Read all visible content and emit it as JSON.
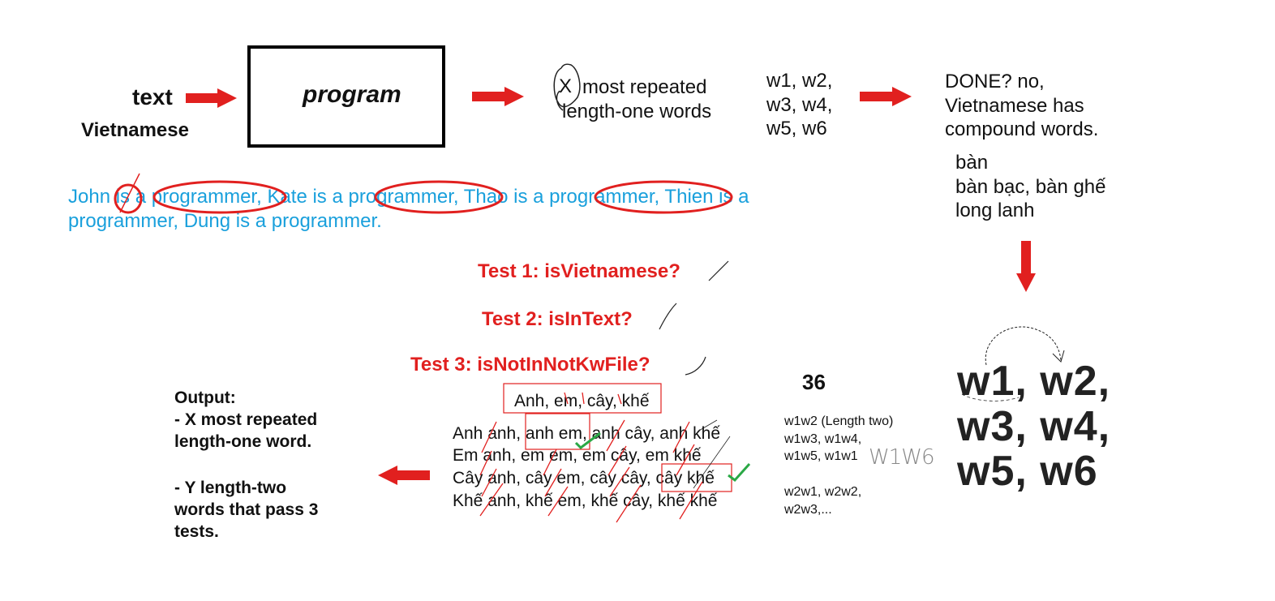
{
  "input": {
    "main": "text",
    "sub": "Vietnamese"
  },
  "program_label": "program",
  "result_top": {
    "x": "X",
    "line1": "most repeated",
    "line2": "length-one words"
  },
  "words_small": [
    "w1, w2,",
    "w3, w4,",
    "w5, w6"
  ],
  "done": [
    "DONE? no,",
    "Vietnamese has",
    "compound words."
  ],
  "examples": [
    "bàn",
    "bàn bạc, bàn ghế",
    "long lanh"
  ],
  "example_sentence": [
    "John is a programmer, Kate is a programmer, Thao is a programmer, Thien is a",
    "programmer, Dung is a programmer."
  ],
  "tests": [
    "Test 1: isVietnamese?",
    "Test 2: isInText?",
    "Test 3: isNotInNotKwFile?"
  ],
  "combo_header": "Anh, em, cây, khế",
  "combo_rows": [
    "Anh anh, anh em, anh cây, anh khế",
    "Em anh, em em, em cây, em khế",
    "Cây anh, cây em, cây cây, cây khế",
    "Khế anh, khế em, khế cây, khế khế"
  ],
  "count": "36",
  "pairs": [
    "w1w2 (Length two)",
    "w1w3, w1w4,",
    "w1w5, w1w1",
    "",
    "w2w1, w2w2,",
    "w2w3,..."
  ],
  "handwritten": "W1W6",
  "words_big": [
    "w1, w2,",
    "w3, w4,",
    "w5, w6"
  ],
  "output": [
    "Output:",
    "- X most repeated",
    "length-one word.",
    "",
    "- Y length-two",
    "words that pass 3",
    "tests."
  ],
  "colors": {
    "red": "#e1201f",
    "blue": "#1aa0dc",
    "green": "#2aa845"
  }
}
